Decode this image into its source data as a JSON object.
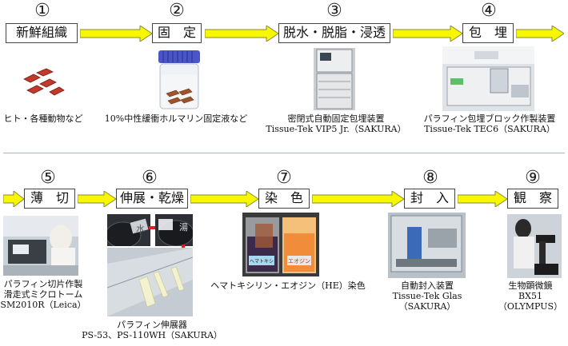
{
  "steps": [
    {
      "num": "①",
      "label": "新鮮組織",
      "caption": [
        "ヒト・各種動物など"
      ]
    },
    {
      "num": "②",
      "label": "固　定",
      "caption": [
        "10%中性緩衝ホルマリン固定液など"
      ]
    },
    {
      "num": "③",
      "label": "脱水・脱脂・浸透",
      "caption": [
        "密閉式自動固定包埋装置",
        "Tissue-Tek VIP5 Jr.（SAKURA）"
      ]
    },
    {
      "num": "④",
      "label": "包　埋",
      "caption": [
        "パラフィン包埋ブロック作製装置",
        "Tissue-Tek TEC6（SAKURA）"
      ]
    },
    {
      "num": "⑤",
      "label": "薄　切",
      "caption": [
        "パラフィン切片作製",
        "滑走式ミクロトーム",
        "SM2010R（Leica）"
      ]
    },
    {
      "num": "⑥",
      "label": "伸展・乾燥",
      "caption": [
        "パラフィン伸展器",
        "PS-53、PS-110WH（SAKURA）"
      ]
    },
    {
      "num": "⑦",
      "label": "染　色",
      "caption": [
        "ヘマトキシリン・エオジン（HE）染色"
      ]
    },
    {
      "num": "⑧",
      "label": "封　入",
      "caption": [
        "自動封入装置",
        "Tissue-Tek Glas",
        "（SAKURA）"
      ]
    },
    {
      "num": "⑨",
      "label": "観　察",
      "caption": [
        "生物顕微鏡",
        "BX51",
        "（OLYMPUS）"
      ]
    }
  ],
  "photo_labels": {
    "water": "水",
    "hot_water": "湯",
    "hematoxylin": "ヘマトキシリン",
    "eosin": "エオジン"
  },
  "colors": {
    "arrow_fill": "#f7f700",
    "arrow_stroke": "#8a8a3a",
    "tissue": "#c0392b",
    "divider": "#9bb7d4"
  }
}
